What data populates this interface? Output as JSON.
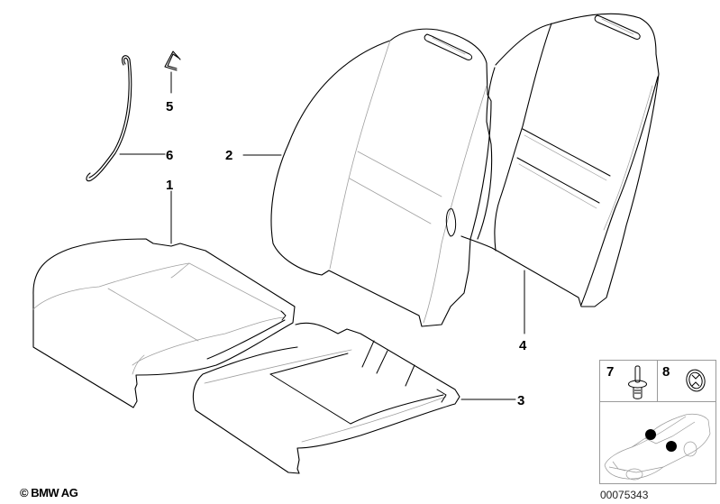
{
  "diagram": {
    "type": "exploded parts diagram",
    "subject": "Seat cover parts (seat cushion and backrest covers)",
    "colors": {
      "background": "#ffffff",
      "line_primary": "#000000",
      "line_secondary": "#a0a0a0",
      "inset_border": "#9a9a9a",
      "location_marker": "#000000"
    }
  },
  "callouts": [
    {
      "id": "1",
      "label": "1",
      "part": "seat cushion cover (front seat, left view)"
    },
    {
      "id": "2",
      "label": "2",
      "part": "backrest cover (front)"
    },
    {
      "id": "3",
      "label": "3",
      "part": "seat cushion cover (with stitched panels)"
    },
    {
      "id": "4",
      "label": "4",
      "part": "backrest cover (rear/alternate)"
    },
    {
      "id": "5",
      "label": "5",
      "part": "hook clip"
    },
    {
      "id": "6",
      "label": "6",
      "part": "wire hook / retaining rod"
    },
    {
      "id": "7",
      "label": "7",
      "part": "expanding rivet"
    },
    {
      "id": "8",
      "label": "8",
      "part": "clip nut"
    }
  ],
  "inset": {
    "cells": [
      {
        "label": "7",
        "icon": "rivet-icon"
      },
      {
        "label": "8",
        "icon": "clip-nut-icon"
      }
    ],
    "locator": {
      "icon": "car-outline-icon",
      "markers": 2
    }
  },
  "footer": {
    "copyright": "© BMW AG",
    "document_number": "00075343"
  }
}
